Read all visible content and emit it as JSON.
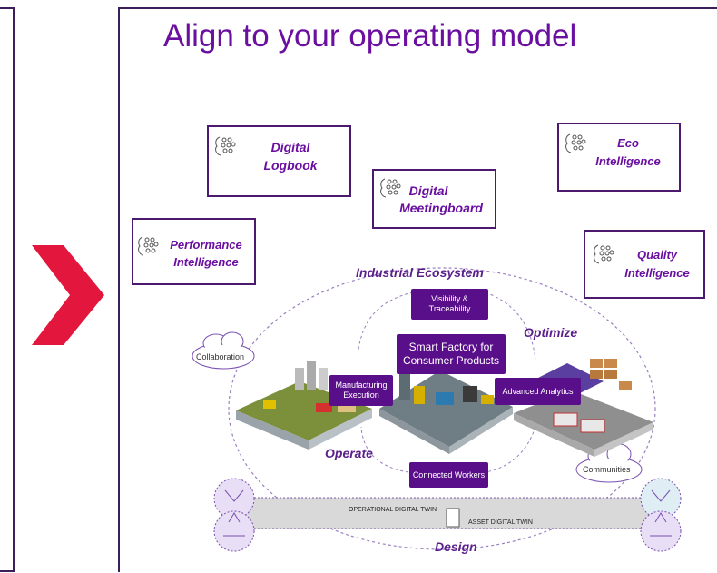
{
  "title": "Align to your operating model",
  "capabilities": [
    {
      "line1": "Digital",
      "line2": "Logbook",
      "icon": "neural-network-icon"
    },
    {
      "line1": "Digital",
      "line2": "Meetingboard",
      "icon": "neural-network-icon"
    },
    {
      "line1": "Eco",
      "line2": "Intelligence",
      "icon": "neural-network-icon"
    },
    {
      "line1": "Performance",
      "line2": "Intelligence",
      "icon": "neural-network-icon"
    },
    {
      "line1": "Quality",
      "line2": "Intelligence",
      "icon": "neural-network-icon"
    }
  ],
  "ecosystem": {
    "label": "Industrial Ecosystem",
    "center": "Smart Factory for Consumer Products",
    "nodes": {
      "visibility": "Visibility & Traceability",
      "manufacturing": "Manufacturing Execution",
      "analytics": "Advanced Analytics",
      "workers": "Connected Workers"
    },
    "phases": {
      "optimize": "Optimize",
      "operate": "Operate",
      "design": "Design"
    },
    "clouds": {
      "collaboration": "Collaboration",
      "communities": "Communities"
    },
    "twins": {
      "operational": "OPERATIONAL DIGITAL TWIN",
      "asset": "ASSET DIGITAL TWIN"
    }
  },
  "colors": {
    "accent": "#6a0fa0",
    "node": "#5a0f8a",
    "chevron": "#e3173e",
    "border": "#3b1f5a"
  }
}
